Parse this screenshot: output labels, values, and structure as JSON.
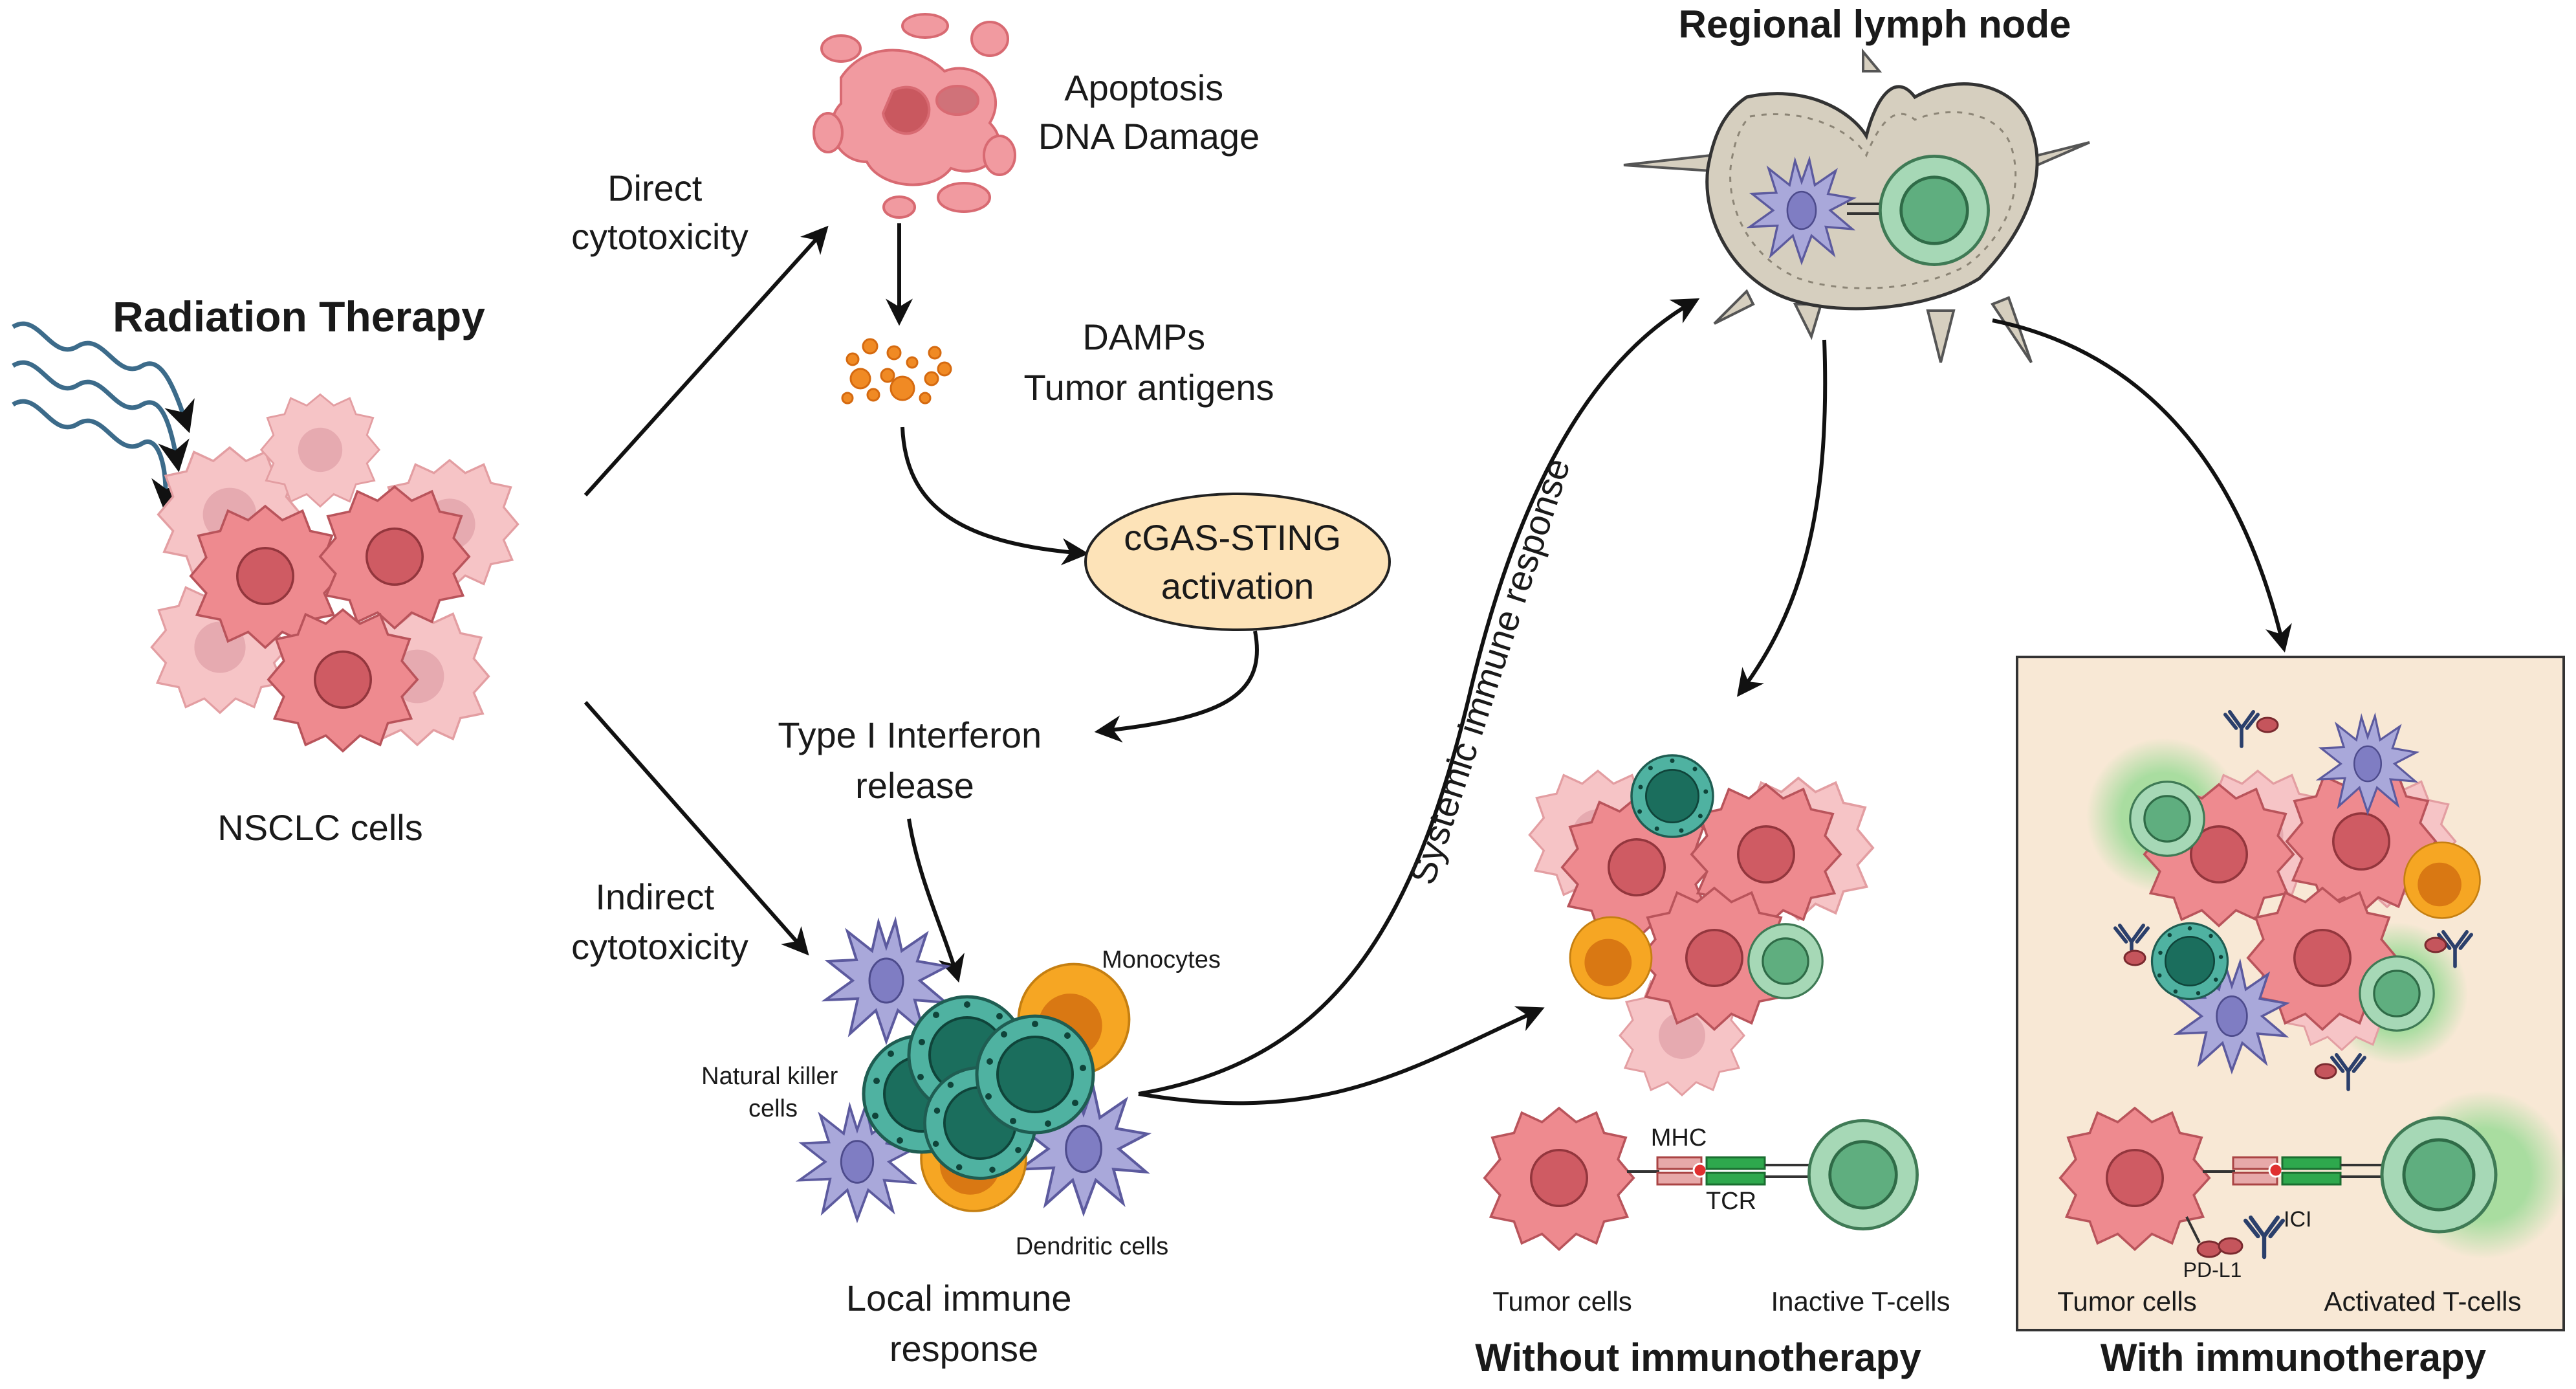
{
  "title": "Radiation Therapy",
  "nodes": {
    "nsclc": "NSCLC cells",
    "direct": [
      "Direct",
      "cytotoxicity"
    ],
    "indirect": [
      "Indirect",
      "cytotoxicity"
    ],
    "apoptosis": [
      "Apoptosis",
      "DNA Damage"
    ],
    "damps": [
      "DAMPs",
      "Tumor antigens"
    ],
    "cgas": [
      "cGAS-STING",
      "activation"
    ],
    "interferon": [
      "Type I Interferon",
      "release"
    ],
    "local_response": [
      "Local immune",
      "response"
    ],
    "monocytes": "Monocytes",
    "nk_cells": [
      "Natural killer",
      "cells"
    ],
    "dendritic_cells": "Dendritic cells",
    "lymph_node": "Regional lymph node",
    "systemic": "Systemic immune response"
  },
  "without_panel": {
    "title": "Without immunotherapy",
    "tumor_cells": "Tumor cells",
    "t_cells": "Inactive T-cells",
    "mhc": "MHC",
    "tcr": "TCR"
  },
  "with_panel": {
    "title": "With immunotherapy",
    "tumor_cells": "Tumor cells",
    "t_cells": "Activated T-cells",
    "ici": "ICI",
    "pdl1": "PD-L1"
  },
  "colors": {
    "tumor": "#ee8a8f",
    "tumor_nucleus": "#cf5b63",
    "t_cell": "#a6d8b6",
    "t_cell_nucleus": "#5fae7f",
    "nk": "#4fb2a1",
    "nk_nucleus": "#1b6e5d",
    "monocyte": "#f6a623",
    "dendritic": "#a9a8da",
    "cgas_fill": "#fde3b8",
    "lymph_node": "#d6cfbf",
    "panel_bg": "#f8e8d5",
    "radiation": "#3c6b8a"
  }
}
